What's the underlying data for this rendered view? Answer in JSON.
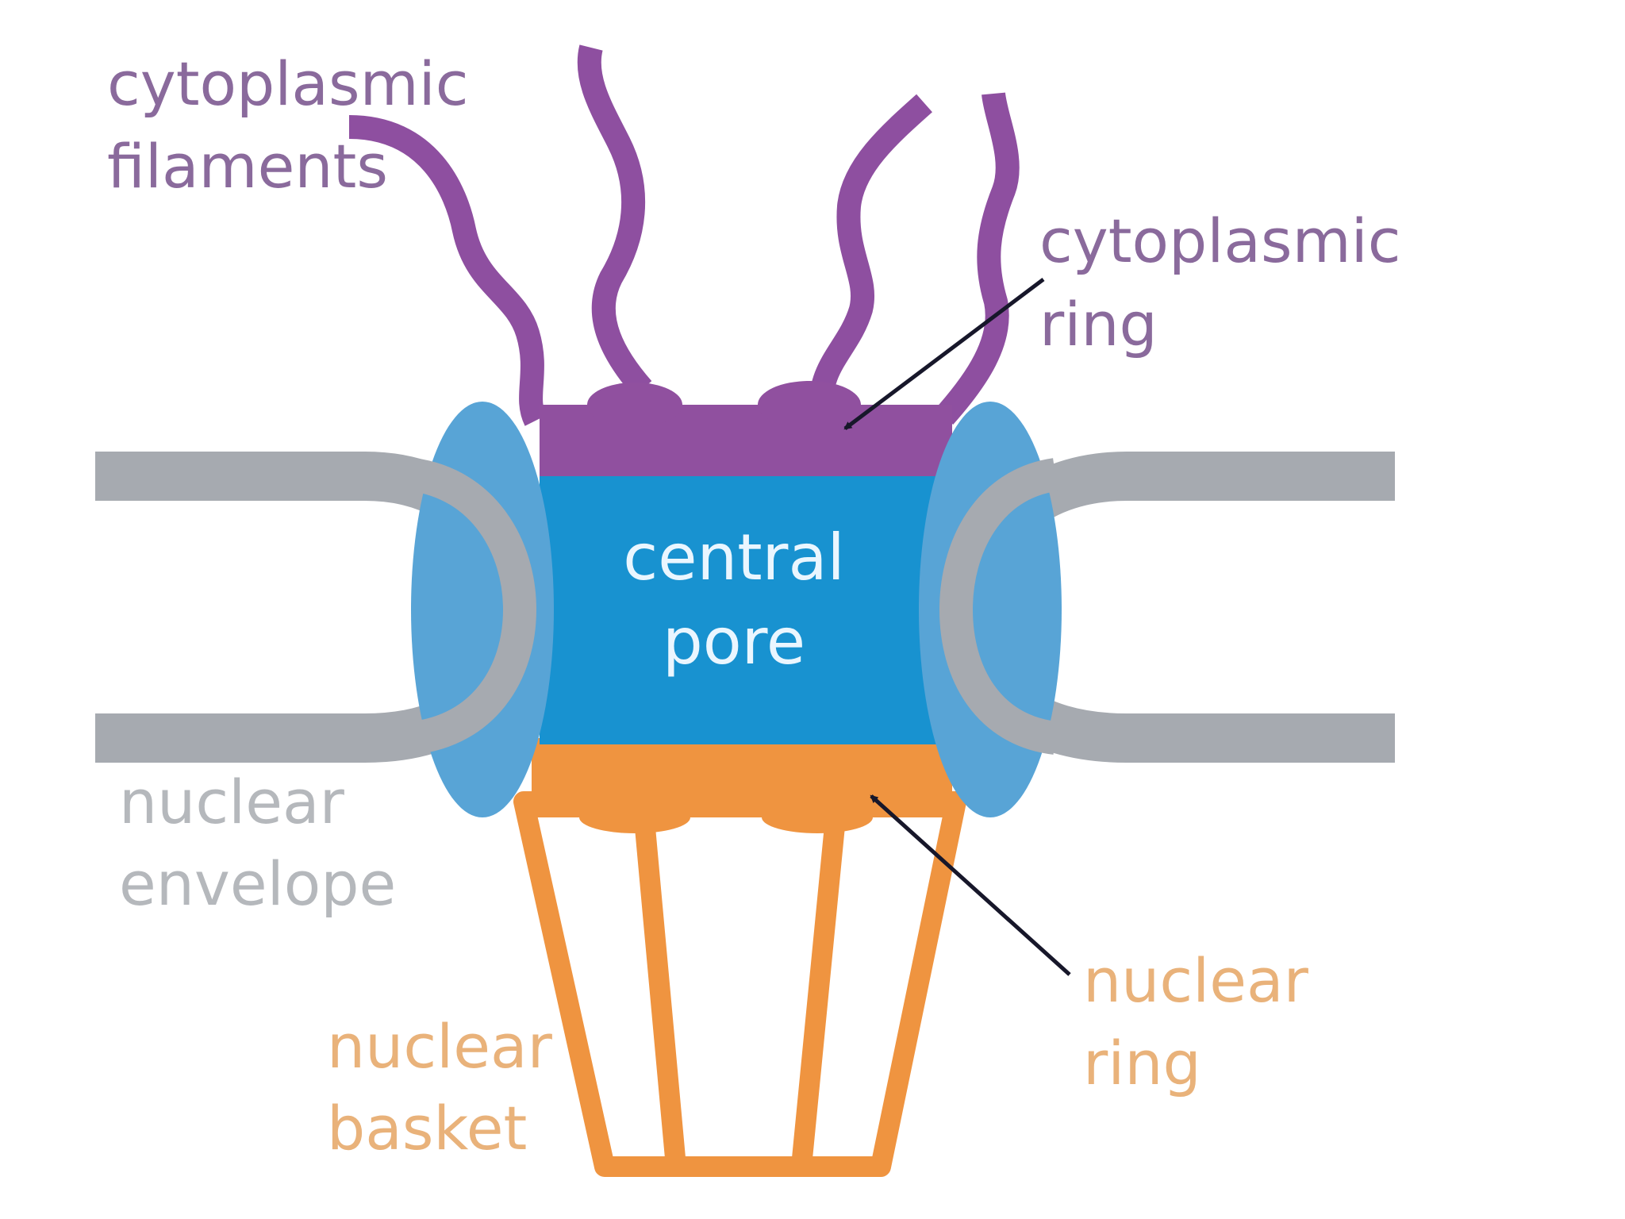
{
  "labels": {
    "cytoplasmic_filaments": {
      "line1": "cytoplasmic",
      "line2": "filaments"
    },
    "cytoplasmic_ring": {
      "line1": "cytoplasmic",
      "line2": "ring"
    },
    "central_pore": {
      "line1": "central",
      "line2": "pore"
    },
    "nuclear_envelope": {
      "line1": "nuclear",
      "line2": "envelope"
    },
    "nuclear_ring": {
      "line1": "nuclear",
      "line2": "ring"
    },
    "nuclear_basket": {
      "line1": "nuclear",
      "line2": "basket"
    }
  },
  "colors": {
    "filament_purple": "#8e4fa0",
    "ring_purple": "#90509f",
    "pore_blue": "#1892d0",
    "side_blue": "#58a4d6",
    "envelope_gray": "#a6aab0",
    "basket_orange": "#ef9440",
    "label_purple": "#8a6a9c",
    "label_gray": "#b5b8bc",
    "label_orange": "#e9b27a",
    "arrow": "#17172a",
    "center_text": "#eaf6ff"
  }
}
